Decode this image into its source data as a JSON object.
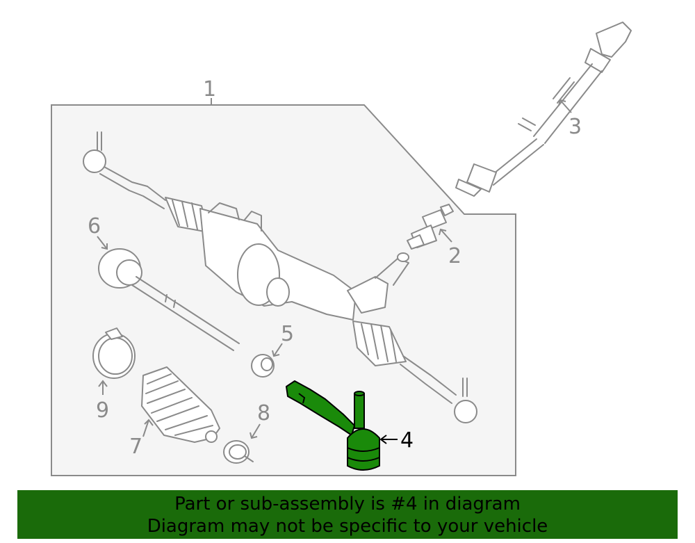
{
  "diagram": {
    "callouts": {
      "c1": "1",
      "c2": "2",
      "c3": "3",
      "c4": "4",
      "c5": "5",
      "c6": "6",
      "c7": "7",
      "c8": "8",
      "c9": "9"
    },
    "highlighted_part": "4",
    "colors": {
      "highlight": "#1a8a0a",
      "banner": "#1a6b0a",
      "outline": "#8a8a8a",
      "panel": "#f5f5f5"
    }
  },
  "banner": {
    "line1": "Part or sub-assembly is #4 in diagram",
    "line2": "Diagram may not be specific to your vehicle"
  }
}
